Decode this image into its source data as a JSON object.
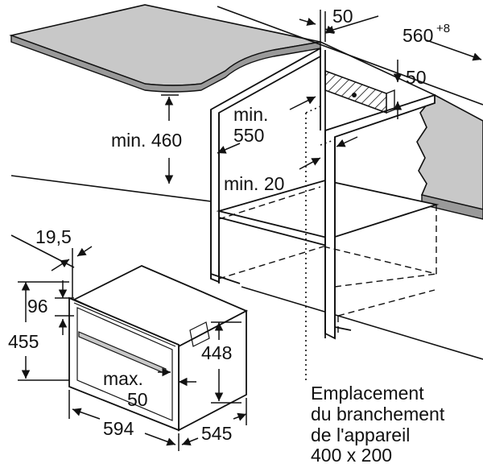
{
  "dimensions": {
    "gap_top": "50",
    "niche_width": "560",
    "niche_width_tolerance": "+8",
    "vent_depth": "50",
    "counter_height_min": "min. 460",
    "niche_depth_min_prefix": "min.",
    "niche_depth_min_value": "550",
    "side_gap_min": "min. 20",
    "door_offset": "19,5",
    "panel_height": "96",
    "appliance_height": "455",
    "cavity_height": "448",
    "drawer_gap_prefix": "max.",
    "drawer_gap_value": "50",
    "appliance_width": "594",
    "appliance_depth": "545"
  },
  "connection_label": {
    "line1": "Emplacement",
    "line2": "du branchement",
    "line3": "de l'appareil",
    "line4": "400 x 200"
  },
  "colors": {
    "line": "#111111",
    "counter_gray": "#c8c8c8",
    "counter_edge": "#9a9a9a"
  }
}
